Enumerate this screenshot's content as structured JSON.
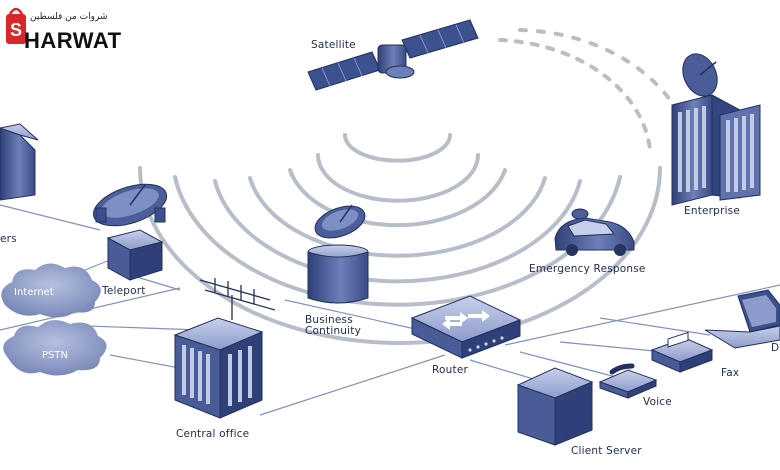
{
  "logo": {
    "arabic": "شروات من فلسطين",
    "name": "HARWAT",
    "initial": "S"
  },
  "labels": {
    "satellite": "Satellite",
    "enterprise": "Enterprise",
    "emergency": "Emergency Response",
    "teleport": "Teleport",
    "internet": "Internet",
    "pstn": "PSTN",
    "business": "Business",
    "continuity": "Continuity",
    "router": "Router",
    "central_office": "Central office",
    "voice": "Voice",
    "fax": "Fax",
    "client_server": "Client Server",
    "left_cut": "ers",
    "right_cut": "D"
  },
  "colors": {
    "device": "#3b4f8c",
    "light": "#8e9fcc",
    "line": "#7f8fbd",
    "wave": "#b9bfcc",
    "cloud": "#8e9cc7",
    "logo_red": "#d9262b"
  }
}
